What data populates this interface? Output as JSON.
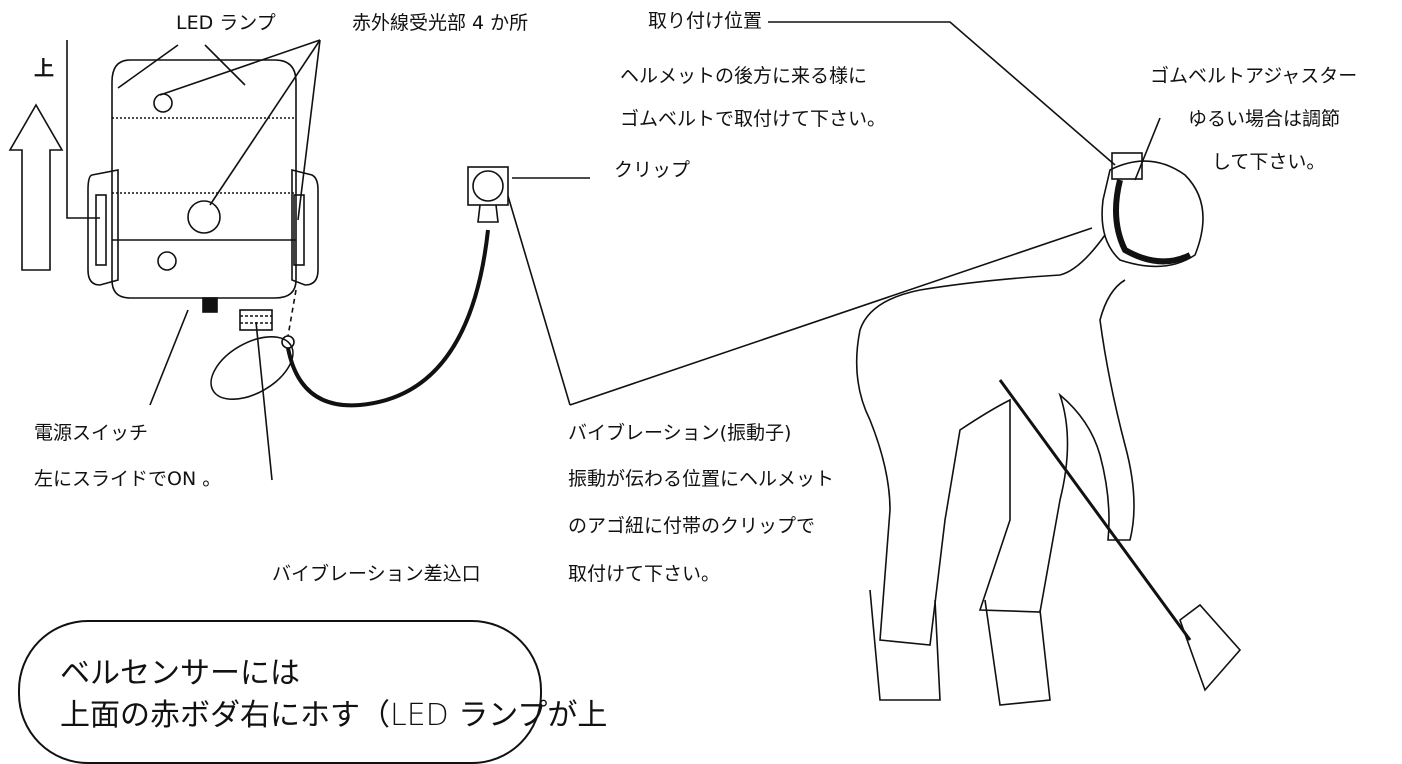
{
  "labels": {
    "up": "上",
    "led_lamp": "LED ランプ",
    "ir_receivers": "赤外線受光部 4 か所",
    "mount_position": "取り付け位置",
    "mount_desc_1": "ヘルメットの後方に来る様に",
    "mount_desc_2": "ゴムベルトで取付けて下さい。",
    "clip": "クリップ",
    "adjuster": "ゴムベルトアジャスター",
    "adjuster_desc_1": "ゆるい場合は調節",
    "adjuster_desc_2": "して下さい。",
    "power_switch": "電源スイッチ",
    "power_switch_desc": "左にスライドでON 。",
    "vibration_port": "バイブレーション差込口",
    "vibrator": "バイブレーション(振動子)",
    "vibrator_desc_1": "振動が伝わる位置にヘルメット",
    "vibrator_desc_2": "のアゴ紐に付帯のクリップで",
    "vibrator_desc_3": "取付けて下さい。"
  },
  "note": {
    "title": "ベルセンサーには",
    "line2": "上面の赤ボダ右にホす（LED ランプが上"
  }
}
